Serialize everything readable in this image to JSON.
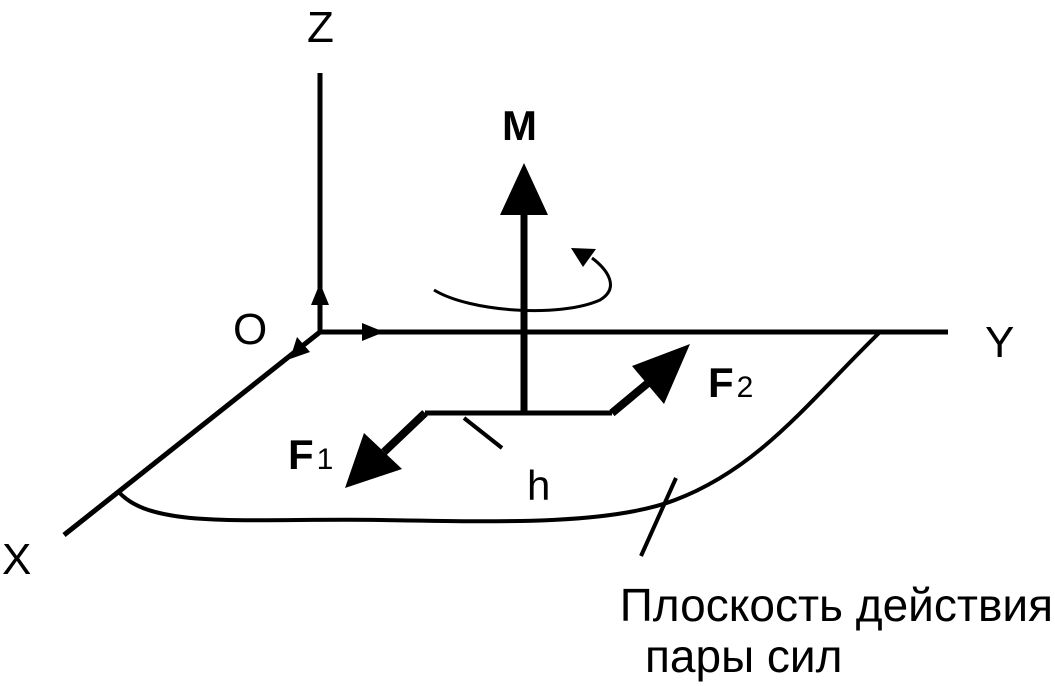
{
  "labels": {
    "axis_z": "Z",
    "axis_y": "Y",
    "axis_x": "X",
    "origin": "O",
    "moment": "M",
    "force1_letter": "F",
    "force1_index": "1",
    "force2_letter": "F",
    "force2_index": "2",
    "arm": "h"
  },
  "caption": {
    "line1": "Плоскость действия",
    "line2": "пары сил"
  },
  "colors": {
    "ink": "#000000",
    "background": "#ffffff"
  }
}
